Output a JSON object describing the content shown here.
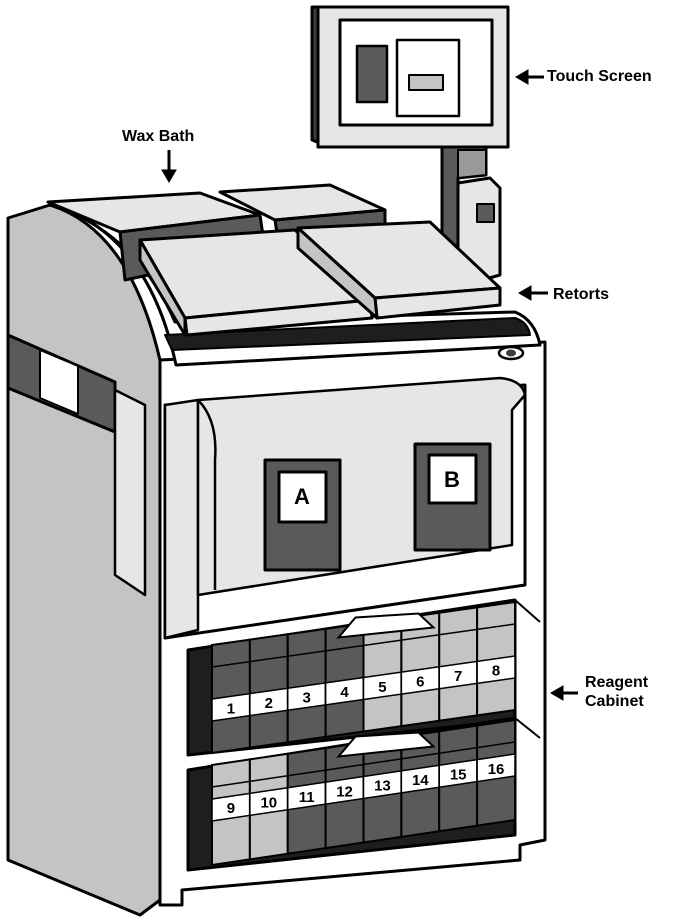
{
  "labels": {
    "wax_bath": "Wax Bath",
    "touch_screen": "Touch Screen",
    "retorts": "Retorts",
    "reagent_line1": "Reagent",
    "reagent_line2": "Cabinet"
  },
  "retorts": [
    "A",
    "B"
  ],
  "bottles_row1": [
    {
      "n": "1",
      "shade": "dark"
    },
    {
      "n": "2",
      "shade": "dark"
    },
    {
      "n": "3",
      "shade": "dark"
    },
    {
      "n": "4",
      "shade": "dark"
    },
    {
      "n": "5",
      "shade": "light"
    },
    {
      "n": "6",
      "shade": "light"
    },
    {
      "n": "7",
      "shade": "light"
    },
    {
      "n": "8",
      "shade": "light"
    }
  ],
  "bottles_row2": [
    {
      "n": "9",
      "shade": "light"
    },
    {
      "n": "10",
      "shade": "light"
    },
    {
      "n": "11",
      "shade": "dark"
    },
    {
      "n": "12",
      "shade": "dark"
    },
    {
      "n": "13",
      "shade": "dark"
    },
    {
      "n": "14",
      "shade": "dark"
    },
    {
      "n": "15",
      "shade": "dark"
    },
    {
      "n": "16",
      "shade": "dark"
    }
  ],
  "colors": {
    "dark": "#5a5a5a",
    "light": "#c4c4c4",
    "body": "#e6e6e6",
    "shadow": "#1e1e1e"
  }
}
